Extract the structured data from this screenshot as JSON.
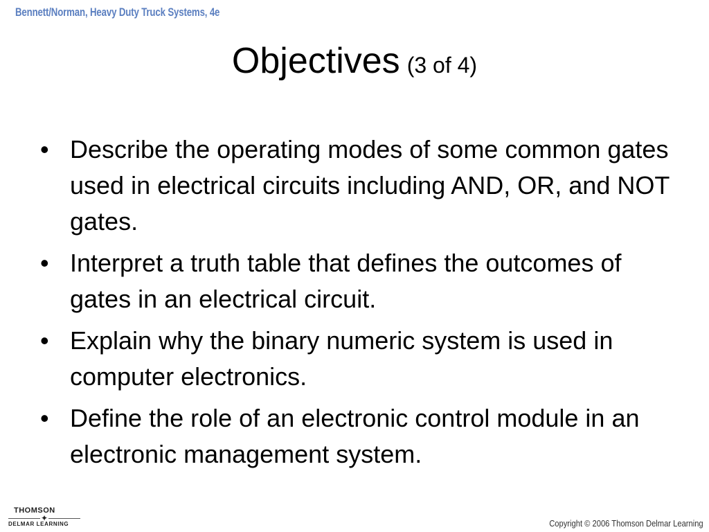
{
  "header": {
    "book_title": "Bennett/Norman, Heavy Duty Truck Systems, 4e"
  },
  "title": {
    "main": "Objectives",
    "sub": "(3 of 4)"
  },
  "bullets": [
    "Describe the operating modes of some common gates used in electrical circuits including AND, OR, and NOT gates.",
    "Interpret a truth table that defines the outcomes of gates in an electrical circuit.",
    "Explain why the binary numeric system is used in computer electronics.",
    "Define the role of an electronic control module in an electronic management system."
  ],
  "bullet_symbol": "•",
  "footer": {
    "logo_top": "THOMSON",
    "logo_bottom": "DELMAR LEARNING",
    "copyright": "Copyright © 2006 Thomson Delmar Learning"
  },
  "colors": {
    "header_text": "#5b7fc0",
    "body_text": "#000000",
    "background": "#ffffff"
  }
}
